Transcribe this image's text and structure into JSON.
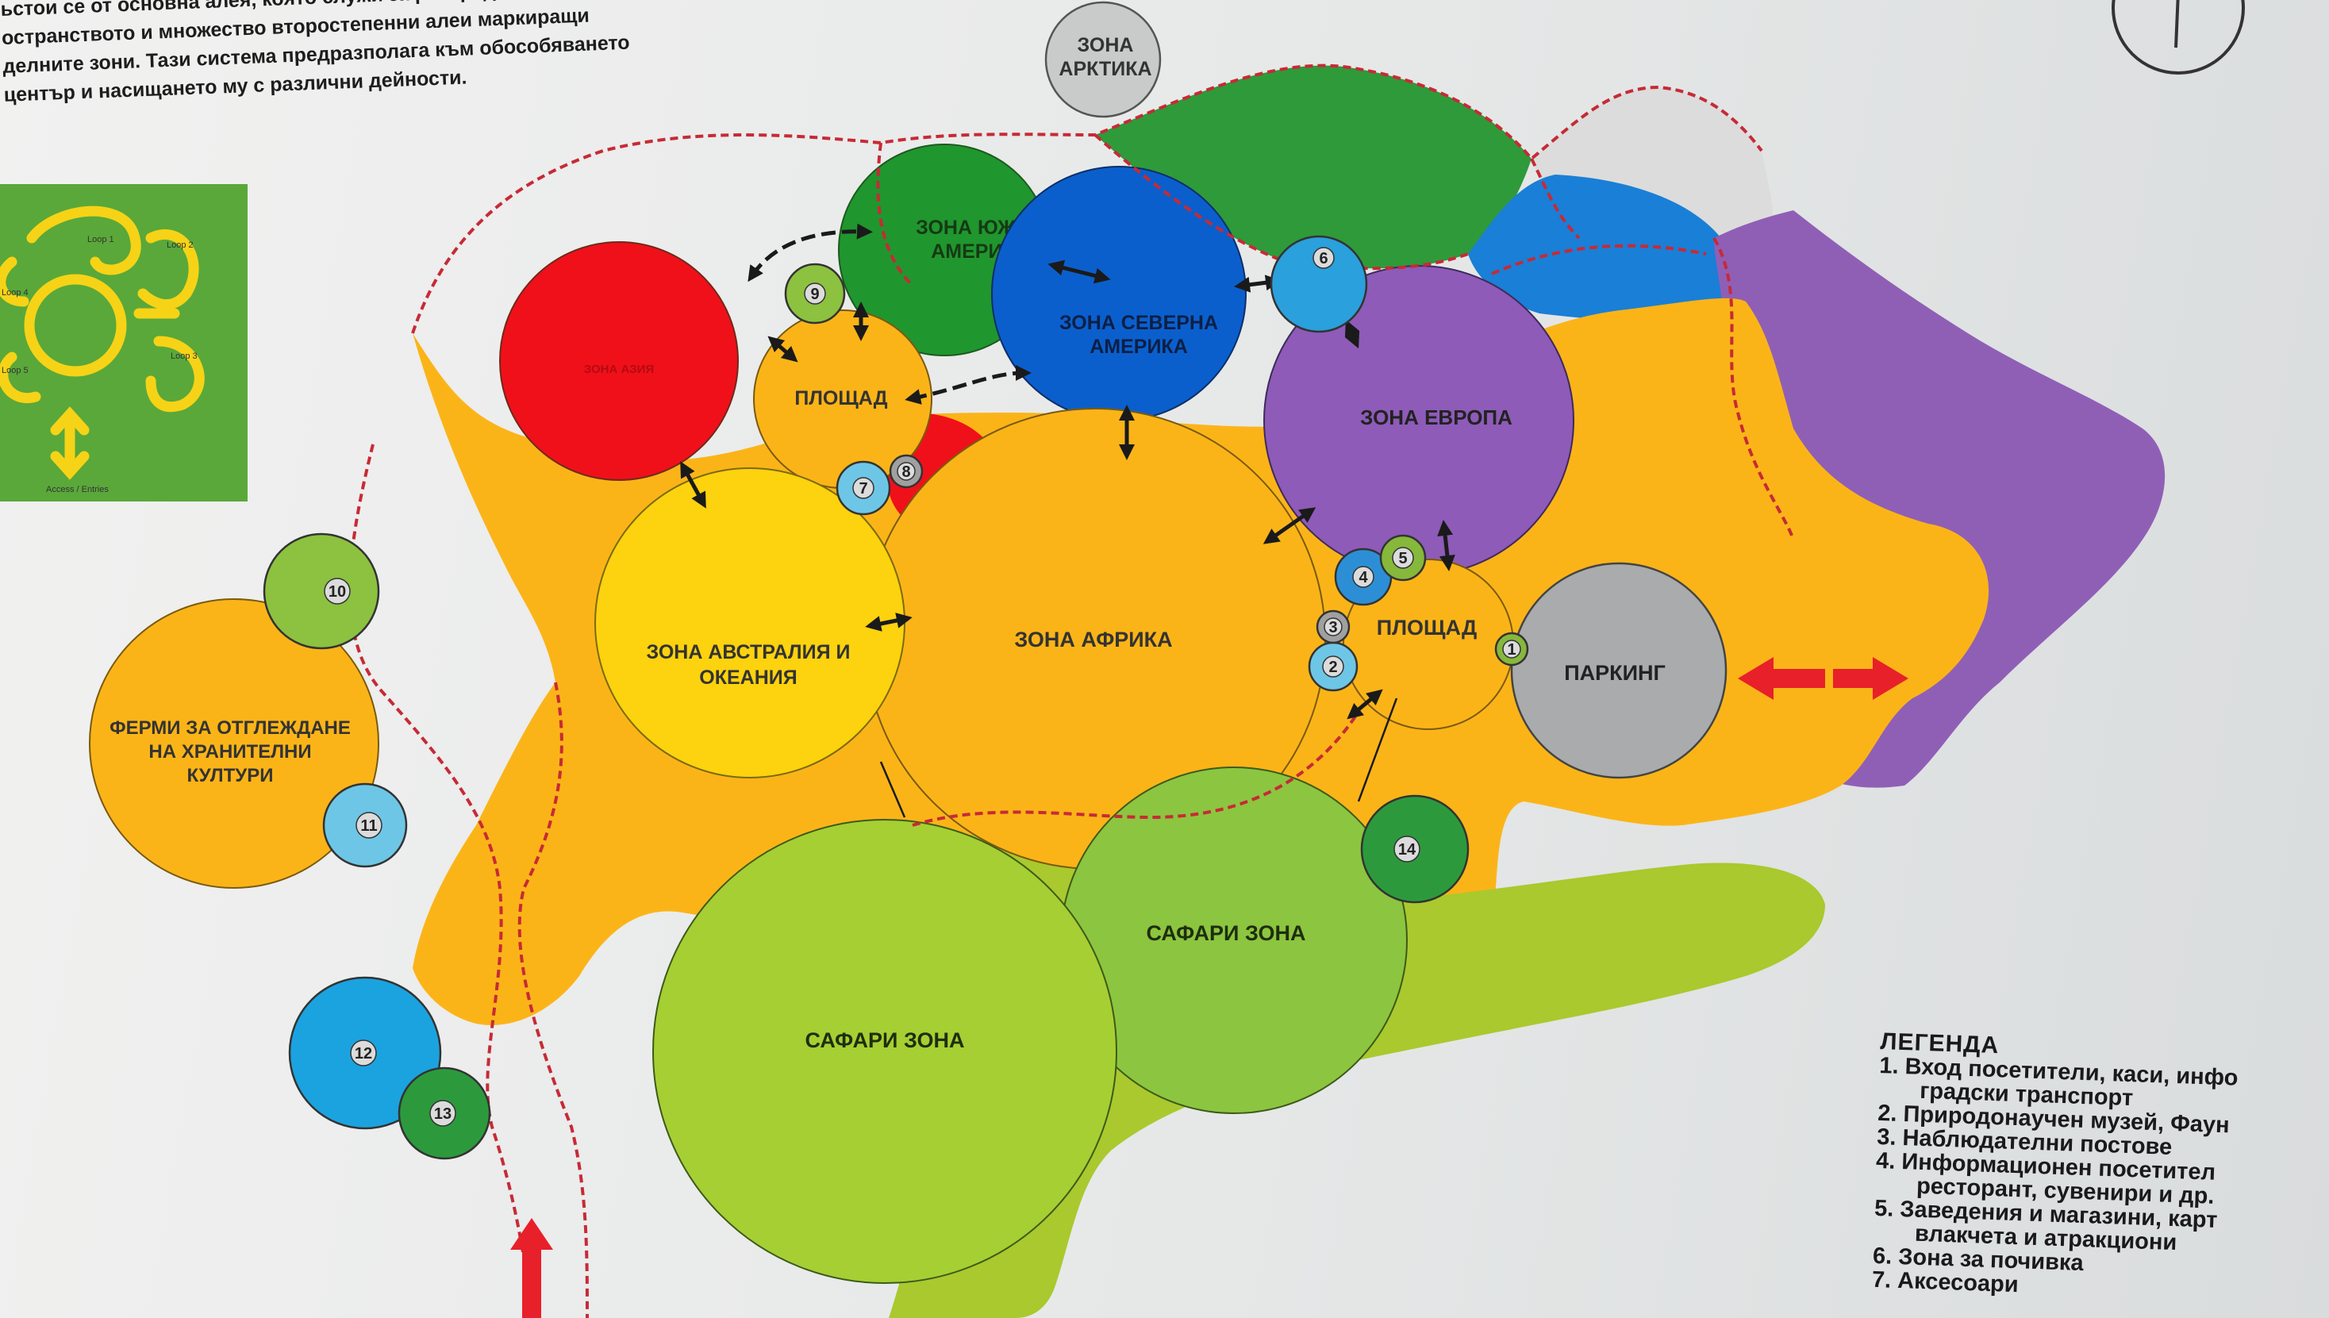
{
  "intro_lines": [
    "ьстои се от основна алея, която служи за разпределение на",
    "остранството и множество второстепенни алеи маркиращи",
    "делните зони. Тази система предразполага към обособяването",
    "център и насищането му с различни дейности."
  ],
  "zones": [
    {
      "id": "arctic",
      "label": [
        "ЗОНА",
        "АРКТИКА"
      ],
      "color": "#c9cbca"
    },
    {
      "id": "asia",
      "label": [
        "ЗОНА АЗИЯ"
      ],
      "color": "#f0101a"
    },
    {
      "id": "south-america",
      "label": [
        "ЗОНА ЮЖНА",
        "АМЕРИКА"
      ],
      "color": "#20962e"
    },
    {
      "id": "north-america",
      "label": [
        "ЗОНА СЕВЕРНА",
        "АМЕРИКА"
      ],
      "color": "#0b5fcc"
    },
    {
      "id": "plaza-west",
      "label": [
        "ПЛОЩАД"
      ],
      "color": "#fbb418"
    },
    {
      "id": "europe",
      "label": [
        "ЗОНА ЕВРОПА"
      ],
      "color": "#8e5bb8"
    },
    {
      "id": "australia",
      "label": [
        "ЗОНА АВСТРАЛИЯ И",
        "ОКЕАНИЯ"
      ],
      "color": "#fdd20e"
    },
    {
      "id": "africa",
      "label": [
        "ЗОНА АФРИКА"
      ],
      "color": "#fbb418"
    },
    {
      "id": "plaza-east",
      "label": [
        "ПЛОЩАД"
      ],
      "color": "#fbb418"
    },
    {
      "id": "parking",
      "label": [
        "ПАРКИНГ"
      ],
      "color": "#a9abad"
    },
    {
      "id": "farms",
      "label": [
        "ФЕРМИ ЗА ОТГЛЕЖДАНЕ",
        "НА ХРАНИТЕЛНИ",
        "КУЛТУРИ"
      ],
      "color": "#fbb418"
    },
    {
      "id": "safari-north",
      "label": [
        "САФАРИ ЗОНА"
      ],
      "color": "#8cc53f"
    },
    {
      "id": "safari-south",
      "label": [
        "САФАРИ ЗОНА"
      ],
      "color": "#a6cf33"
    }
  ],
  "markers": [
    {
      "id": 1,
      "label": "1",
      "color": "#86b83c"
    },
    {
      "id": 2,
      "label": "2",
      "color": "#6ec6e6"
    },
    {
      "id": 3,
      "label": "3",
      "color": "#a0a0a0"
    },
    {
      "id": 4,
      "label": "4",
      "color": "#2c8fd6"
    },
    {
      "id": 5,
      "label": "5",
      "color": "#86b83c"
    },
    {
      "id": 6,
      "label": "6",
      "color": "#2aa0dc"
    },
    {
      "id": 7,
      "label": "7",
      "color": "#6ec6e6"
    },
    {
      "id": 8,
      "label": "8",
      "color": "#a0a0a0"
    },
    {
      "id": 9,
      "label": "9",
      "color": "#8cc23f"
    },
    {
      "id": 10,
      "label": "10",
      "color": "#8cc23f"
    },
    {
      "id": 11,
      "label": "11",
      "color": "#6ec6e6"
    },
    {
      "id": 12,
      "label": "12",
      "color": "#1ba3e0"
    },
    {
      "id": 13,
      "label": "13",
      "color": "#2c9a3c"
    },
    {
      "id": 14,
      "label": "14",
      "color": "#2c9a3c"
    }
  ],
  "legend": {
    "title": "ЛЕГЕНДА",
    "lines": [
      {
        "text": "1. Вход посетители, каси, инфо",
        "cont": false
      },
      {
        "text": "градски транспорт",
        "cont": true
      },
      {
        "text": "2. Природонаучен музей, Фаун",
        "cont": false
      },
      {
        "text": "3. Наблюдателни постове",
        "cont": false
      },
      {
        "text": "4. Информационен посетител",
        "cont": false
      },
      {
        "text": "ресторант, сувенири и др.",
        "cont": true
      },
      {
        "text": "5. Заведения и магазини, карт",
        "cont": false
      },
      {
        "text": "влакчета и атракциони",
        "cont": true
      },
      {
        "text": "6. Зона за почивка",
        "cont": false
      },
      {
        "text": "7. Аксесоари",
        "cont": false
      }
    ]
  },
  "inset": {
    "labels": [
      "Loop 1",
      "Loop 2",
      "Loop 3",
      "Loop 4",
      "Loop 5",
      "Access / Entries"
    ],
    "background": "#5aa83a",
    "stroke": "#f6d316"
  },
  "colors": {
    "path": "#c72a36",
    "arrow_red": "#e8202a",
    "arrow_dark": "#1a1a1a",
    "bg_green": "#2f9a3a",
    "bg_blue": "#1a7fd6",
    "bg_purple": "#8f5fb6",
    "bg_orange": "#fbb418",
    "bg_lightgreen": "#a9c92e",
    "bg_grey": "#dcdcdc"
  }
}
